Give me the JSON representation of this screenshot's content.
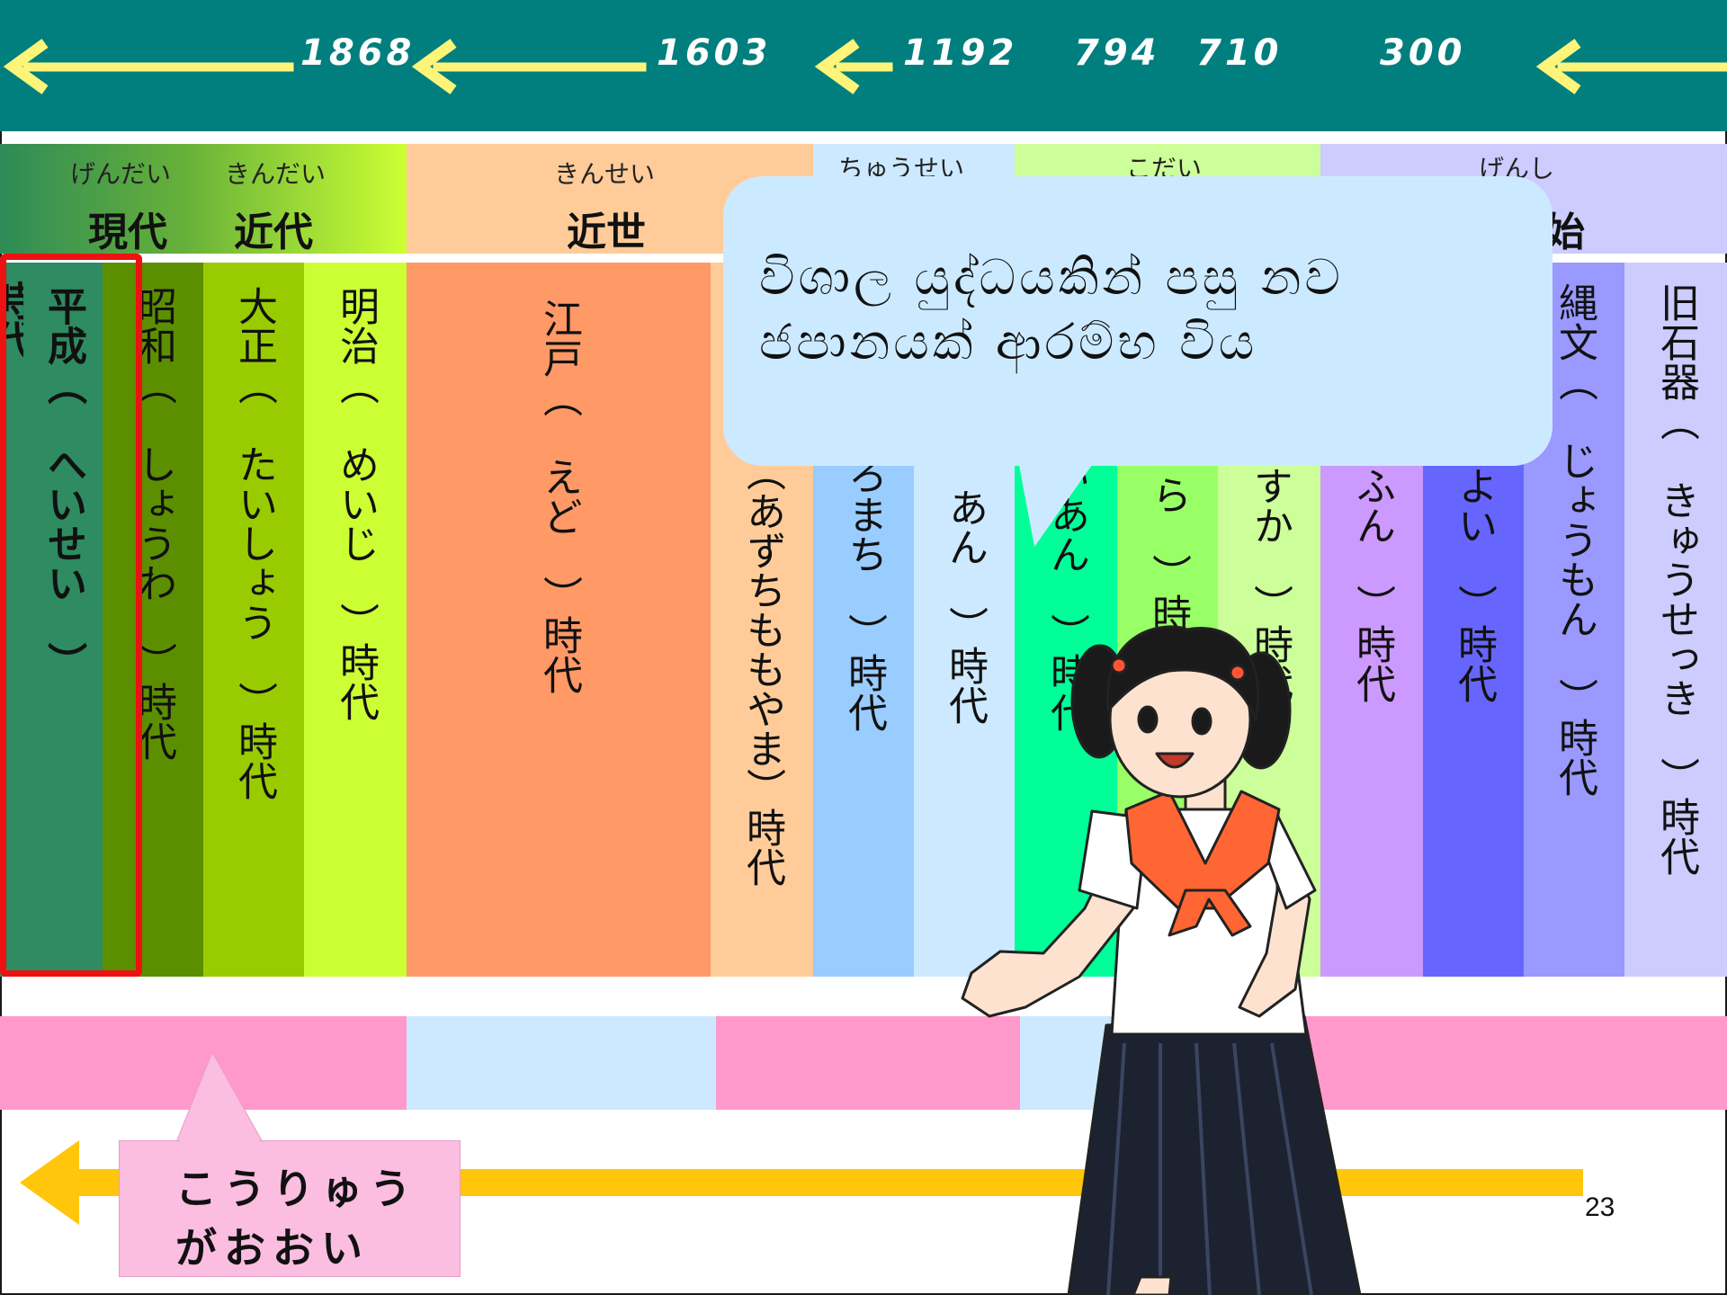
{
  "colors": {
    "teal_band": "#017f7e",
    "arrow_yellow": "#fff47a",
    "timeline_arrow": "#ffc60c",
    "highlight_red": "#ee1111"
  },
  "year_band": {
    "years": [
      "1868",
      "1603",
      "1192",
      "794",
      "710",
      "300"
    ]
  },
  "era_headers": [
    {
      "ruby": "げんだい",
      "name": "現代"
    },
    {
      "ruby": "きんだい",
      "name": "近代"
    },
    {
      "ruby": "きんせい",
      "name": "近世"
    },
    {
      "ruby": "ちゅうせい",
      "name": ""
    },
    {
      "ruby": "こだい",
      "name": ""
    },
    {
      "ruby": "げんし",
      "name": "始"
    }
  ],
  "periods": [
    {
      "text": "時代",
      "color": "#2e8b62"
    },
    {
      "text": "平成（　へいせい　）",
      "color": "#2e8b62"
    },
    {
      "text": "昭和（　しょうわ　）時代",
      "color": "#5c8f00"
    },
    {
      "text": "大正（　たいしょう　）時代",
      "color": "#99cc00"
    },
    {
      "text": "明治（　めいじ　）時代",
      "color": "#ccff33"
    },
    {
      "text": "江戸（　えど　）時代",
      "color": "#ff9966"
    },
    {
      "text": "（あずちももやま）時代",
      "color": "#ffcc99"
    },
    {
      "text": "ろまち　）時代",
      "color": "#99ccff"
    },
    {
      "text": "あん　）時代",
      "color": "#cce9ff"
    },
    {
      "text": "いあん　）時代",
      "color": "#00ff99"
    },
    {
      "text": "ら　）時代",
      "color": "#99ff66"
    },
    {
      "text": "すか　）時代",
      "color": "#ccff99"
    },
    {
      "text": "ふん　）時代",
      "color": "#cc99ff"
    },
    {
      "text": "よい　）時代",
      "color": "#6666ff"
    },
    {
      "text": "縄文（　じょうもん　）時代",
      "color": "#9999ff"
    },
    {
      "text": "旧石器（　きゅうせっき　）時代",
      "color": "#ccccff"
    }
  ],
  "bubble_main": {
    "text": "විශාල යුද්ධයකින්   පසු නව ජපානයක් ආරම්භ විය"
  },
  "pink_note": {
    "line1": "こうりゅう",
    "line2": "がおおい"
  },
  "page_number": "23",
  "illustration": "schoolgirl-in-sailor-uniform"
}
